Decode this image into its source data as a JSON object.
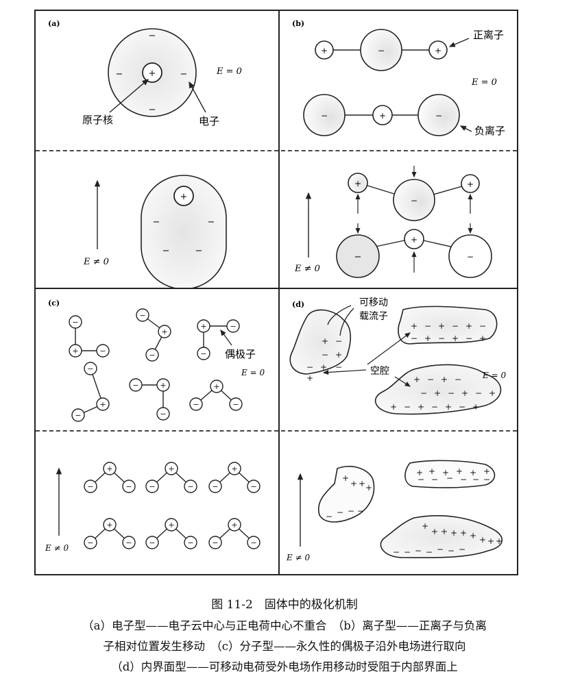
{
  "figure": {
    "panels": {
      "a": {
        "label": "(a)",
        "field_zero": "E = 0",
        "field_nonzero": "E ≠ 0",
        "nucleus_label": "原子核",
        "electron_label": "电子"
      },
      "b": {
        "label": "(b)",
        "field_zero": "E = 0",
        "field_nonzero": "E ≠ 0",
        "positive_ion_label": "正离子",
        "negative_ion_label": "负离子"
      },
      "c": {
        "label": "(c)",
        "field_zero": "E = 0",
        "field_nonzero": "E ≠ 0",
        "dipole_label": "偶极子"
      },
      "d": {
        "label": "(d)",
        "field_zero": "E = 0",
        "field_nonzero": "E ≠ 0",
        "carrier_label_line1": "可移动",
        "carrier_label_line2": "载流子",
        "cavity_label": "空腔"
      }
    },
    "symbols": {
      "plus": "+",
      "minus": "−"
    }
  },
  "caption": {
    "title": "图 11-2　固体中的极化机制",
    "line1": "（a）电子型——电子云中心与正电荷中心不重合　（b）离子型——正离子与负离",
    "line2": "子相对位置发生移动　（c）分子型——永久性的偶极子沿外电场进行取向",
    "line3": "（d）内界面型——可移动电荷受外电场作用移动时受阻于内部界面上"
  }
}
